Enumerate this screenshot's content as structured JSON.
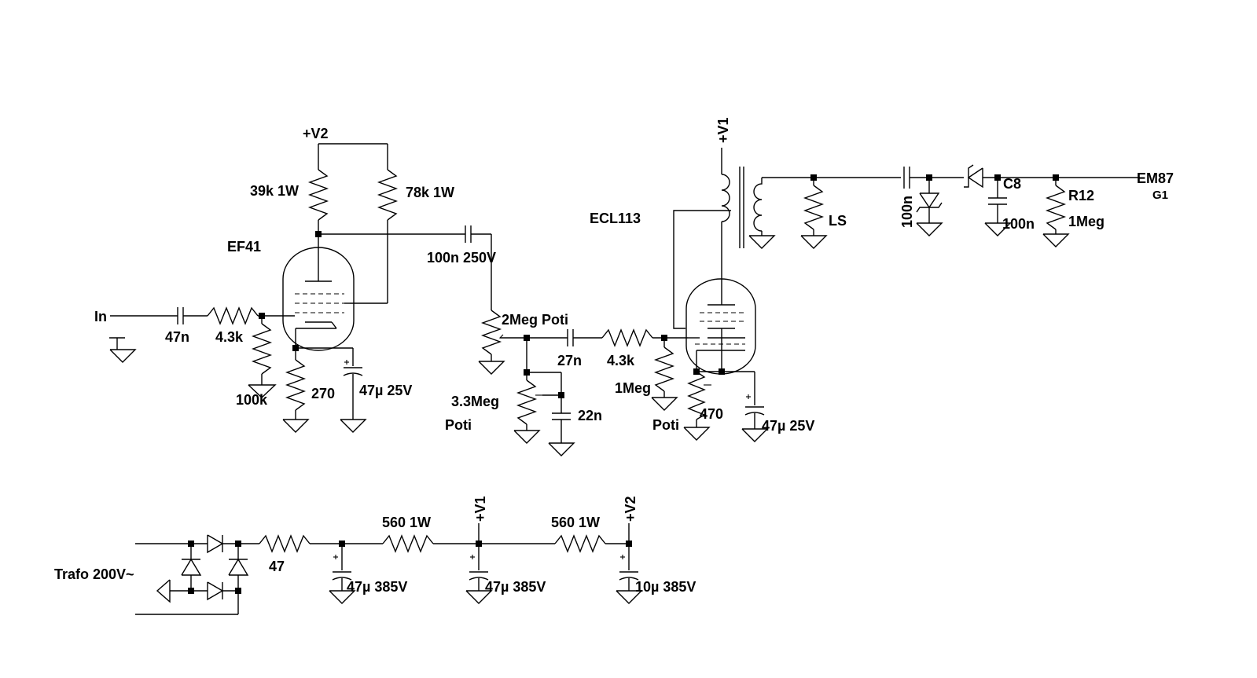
{
  "schematic": {
    "labels": {
      "v2_top": "+V2",
      "v1_top": "+V1",
      "r39k": "39k 1W",
      "r78k": "78k 1W",
      "ef41": "EF41",
      "ecl113": "ECL113",
      "c100n250": "100n 250V",
      "in": "In",
      "c47n": "47n",
      "r43k_a": "4.3k",
      "r100k": "100k",
      "r270": "270",
      "c47u25_a": "47µ 25V",
      "poti2meg": "2Meg Poti",
      "c27n": "27n",
      "r43k_b": "4.3k",
      "r1meg_poti": "1Meg",
      "poti_b": "Poti",
      "r33meg": "3.3Meg",
      "poti_a": "Poti",
      "c22n": "22n",
      "r470": "470",
      "c47u25_b": "47µ 25V",
      "ls": "LS",
      "c100n_v": "100n",
      "c8": "C8",
      "c8_val": "100n",
      "r12": "R12",
      "r12_val": "1Meg",
      "em87": "EM87",
      "g1": "G1",
      "trafo": "Trafo 200V~",
      "r47": "47",
      "r560a": "560 1W",
      "r560b": "560 1W",
      "v1_bot": "+V1",
      "v2_bot": "+V2",
      "c47u385a": "47µ 385V",
      "c47u385b": "47µ 385V",
      "c10u385": "10µ 385V"
    }
  }
}
